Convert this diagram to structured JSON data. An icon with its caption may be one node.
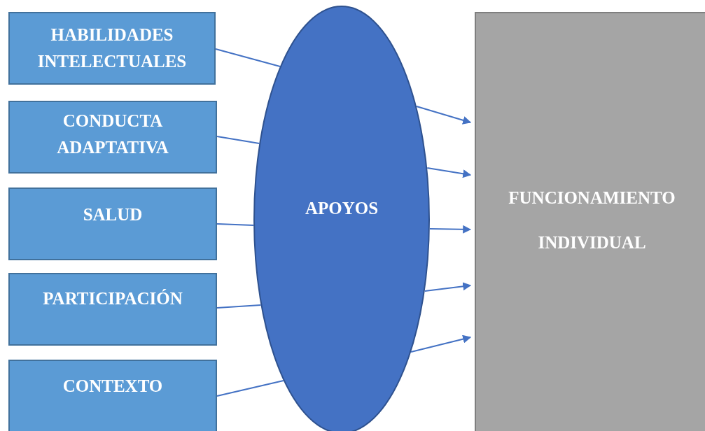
{
  "diagram": {
    "nodes": [
      {
        "text": [
          "HABILIDADES INTELECTUALES"
        ]
      },
      {
        "text": [
          "CONDUCTA ADAPTATIVA"
        ]
      },
      {
        "text": [
          "SALUD"
        ]
      },
      {
        "text": [
          "PARTICIPACIÓN"
        ]
      },
      {
        "text": [
          "CONTEXTO"
        ]
      },
      {
        "text": [
          "APOYOS"
        ]
      },
      {
        "text": [
          "FUNCIONAMIENTO INDIVIDUAL"
        ]
      }
    ],
    "edges": [
      {
        "from": 0,
        "to": 5,
        "arrow": "none"
      },
      {
        "from": 1,
        "to": 5,
        "arrow": "none"
      },
      {
        "from": 2,
        "to": 5,
        "arrow": "none"
      },
      {
        "from": 3,
        "to": 5,
        "arrow": "none"
      },
      {
        "from": 4,
        "to": 5,
        "arrow": "none"
      },
      {
        "from": 5,
        "to": 6,
        "arrow": "to"
      },
      {
        "from": 5,
        "to": 6,
        "arrow": "to"
      },
      {
        "from": 5,
        "to": 6,
        "arrow": "to"
      },
      {
        "from": 5,
        "to": 6,
        "arrow": "to"
      },
      {
        "from": 5,
        "to": 6,
        "arrow": "to"
      }
    ]
  }
}
